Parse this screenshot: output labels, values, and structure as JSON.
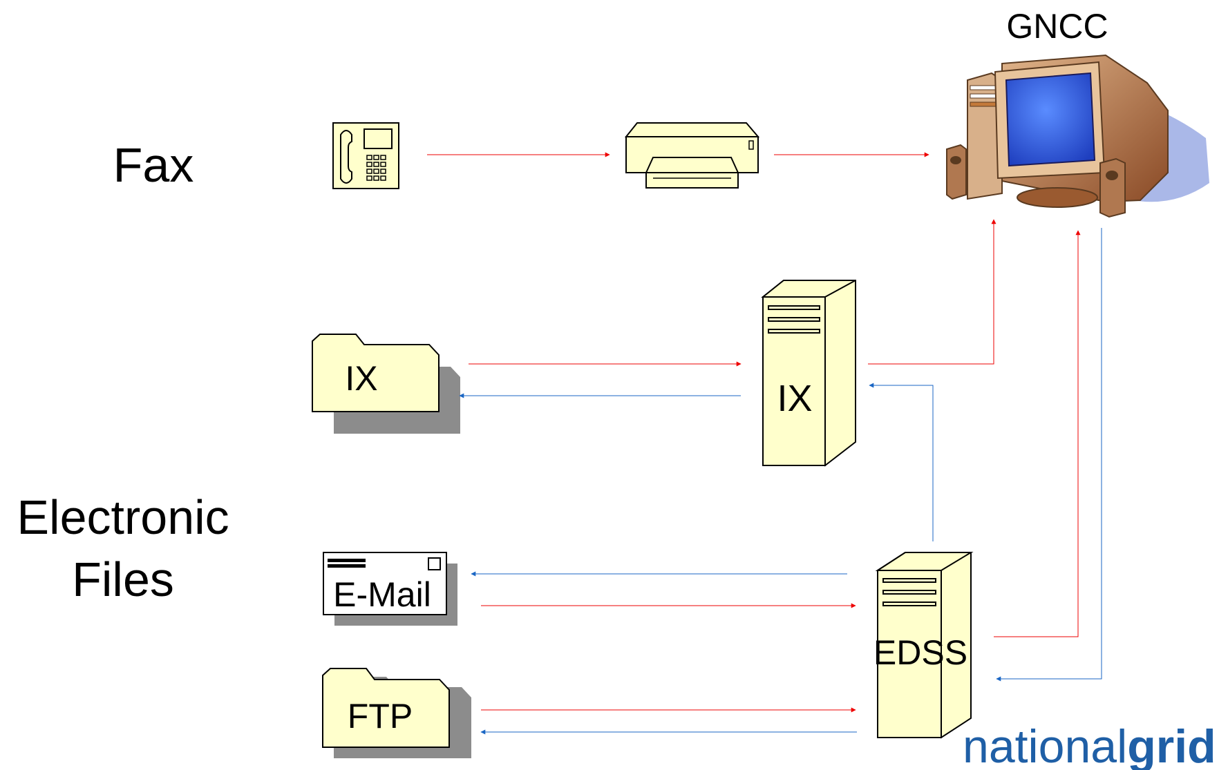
{
  "labels": {
    "gncc": "GNCC",
    "fax": "Fax",
    "electronic_files_line1": "Electronic",
    "electronic_files_line2": "Files",
    "ix_folder": "IX",
    "ix_server": "IX",
    "email": "E-Mail",
    "ftp": "FTP",
    "edss": "EDSS"
  },
  "logo": {
    "part1": "national",
    "part2": "grid"
  },
  "icons": {
    "phone": "fax-phone-icon",
    "printer": "fax-printer-icon",
    "computer": "gncc-computer-icon",
    "ix_folder": "folder-icon",
    "ix_server": "server-tower-icon",
    "email": "envelope-icon",
    "ftp_folder": "folder-icon",
    "edss_server": "server-tower-icon"
  },
  "colors": {
    "icon_fill": "#ffffcc",
    "inbound_arrow": "#ee0000",
    "outbound_arrow": "#1a66c4",
    "logo": "#1f5fa6"
  }
}
